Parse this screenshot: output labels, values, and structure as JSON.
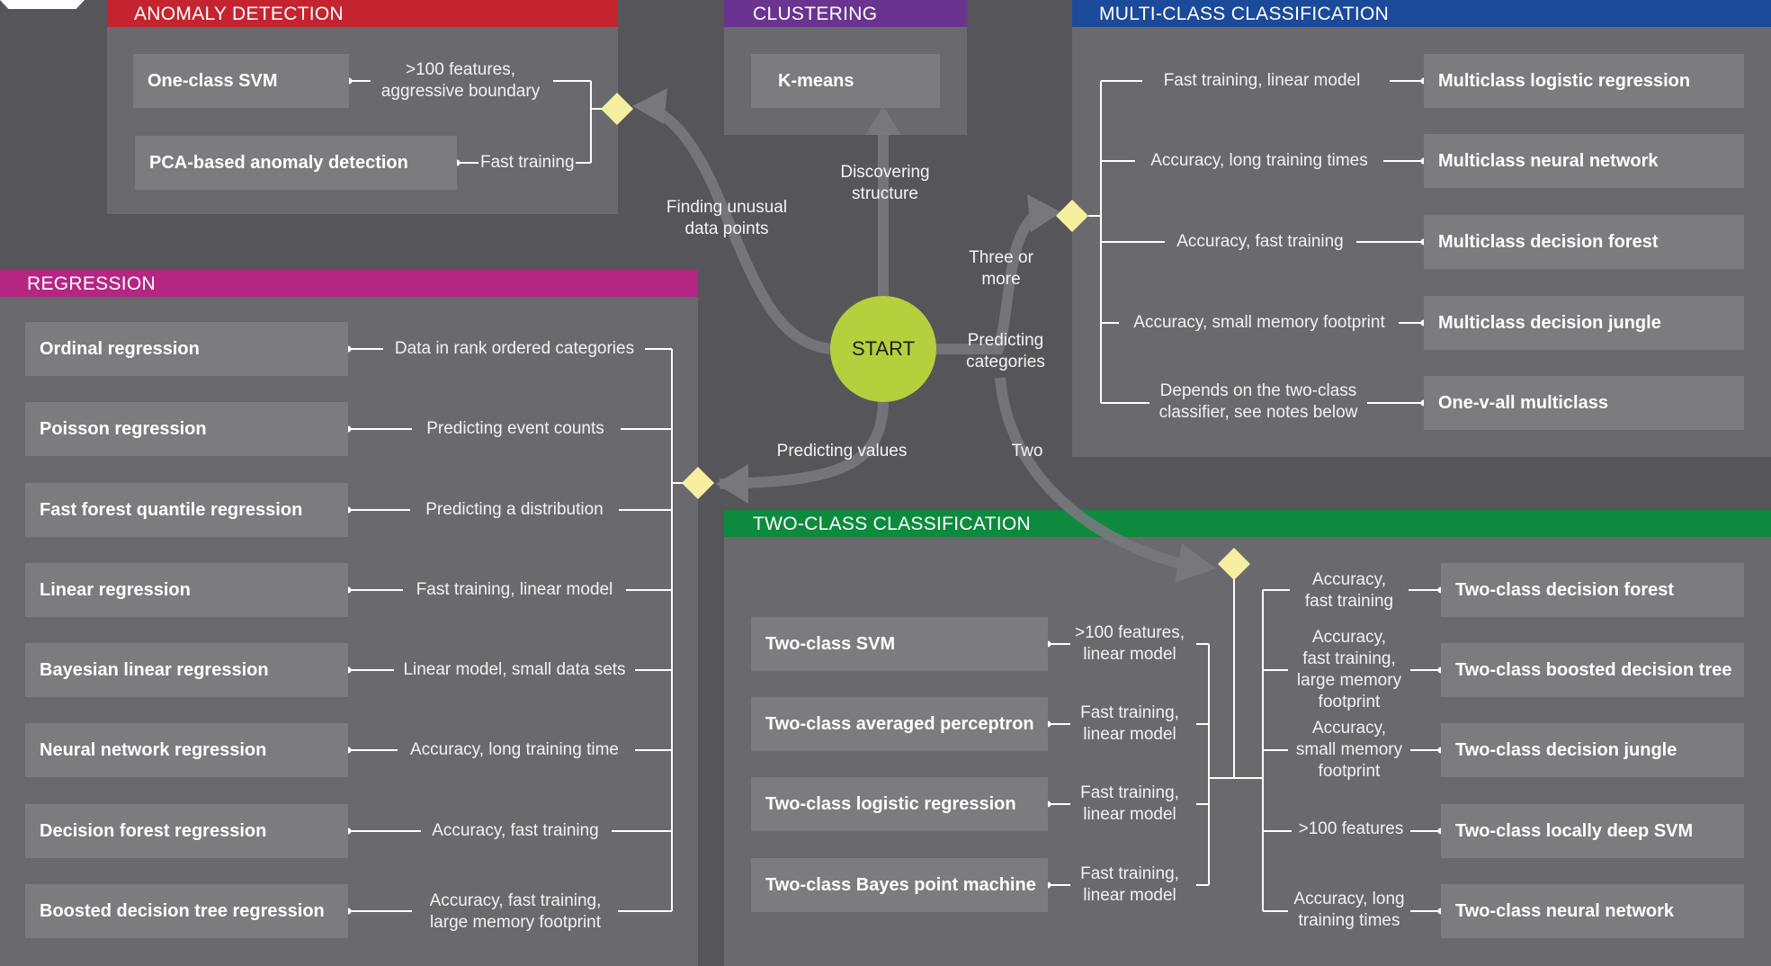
{
  "colors": {
    "background": "#56565a",
    "panel": "#6a6a6e",
    "box": "#7c7c80",
    "anomaly": "#c4242f",
    "clustering": "#6a3390",
    "multiclass": "#1b4a9a",
    "regression": "#b52683",
    "twoclass": "#0e8a3e",
    "diamond": "#f6efa0",
    "start": "#b6cf3c"
  },
  "start": "START",
  "flow": {
    "finding_unusual": "Finding unusual\ndata points",
    "discovering": "Discovering\nstructure",
    "three_or_more": "Three or\nmore",
    "predicting_categories": "Predicting\ncategories",
    "predicting_values": "Predicting values",
    "two": "Two"
  },
  "anomaly": {
    "title": "ANOMALY DETECTION",
    "items": [
      {
        "algorithm": "One-class SVM",
        "criterion": ">100 features,\naggressive boundary"
      },
      {
        "algorithm": "PCA-based anomaly detection",
        "criterion": "Fast training"
      }
    ]
  },
  "clustering": {
    "title": "CLUSTERING",
    "items": [
      {
        "algorithm": "K-means"
      }
    ]
  },
  "multiclass": {
    "title": "MULTI-CLASS CLASSIFICATION",
    "items": [
      {
        "criterion": "Fast training, linear model",
        "algorithm": "Multiclass logistic regression"
      },
      {
        "criterion": "Accuracy, long training times",
        "algorithm": "Multiclass neural network"
      },
      {
        "criterion": "Accuracy, fast training",
        "algorithm": "Multiclass decision forest"
      },
      {
        "criterion": "Accuracy, small memory footprint",
        "algorithm": "Multiclass decision jungle"
      },
      {
        "criterion": "Depends on the two-class\nclassifier, see notes below",
        "algorithm": "One-v-all multiclass"
      }
    ]
  },
  "regression": {
    "title": "REGRESSION",
    "items": [
      {
        "algorithm": "Ordinal regression",
        "criterion": "Data in rank ordered categories"
      },
      {
        "algorithm": "Poisson regression",
        "criterion": "Predicting event counts"
      },
      {
        "algorithm": "Fast forest quantile regression",
        "criterion": "Predicting a distribution"
      },
      {
        "algorithm": "Linear regression",
        "criterion": "Fast training, linear model"
      },
      {
        "algorithm": "Bayesian linear regression",
        "criterion": "Linear model, small data sets"
      },
      {
        "algorithm": "Neural network regression",
        "criterion": "Accuracy, long training time"
      },
      {
        "algorithm": "Decision forest regression",
        "criterion": "Accuracy, fast training"
      },
      {
        "algorithm": "Boosted decision tree regression",
        "criterion": "Accuracy, fast training,\nlarge memory footprint"
      }
    ]
  },
  "twoclass": {
    "title": "TWO-CLASS CLASSIFICATION",
    "left_items": [
      {
        "algorithm": "Two-class SVM",
        "criterion": ">100 features,\nlinear model"
      },
      {
        "algorithm": "Two-class averaged perceptron",
        "criterion": "Fast training,\nlinear model"
      },
      {
        "algorithm": "Two-class logistic regression",
        "criterion": "Fast training,\nlinear model"
      },
      {
        "algorithm": "Two-class Bayes point machine",
        "criterion": "Fast training,\nlinear model"
      }
    ],
    "right_items": [
      {
        "criterion": "Accuracy,\nfast training",
        "algorithm": "Two-class decision forest"
      },
      {
        "criterion": "Accuracy,\nfast training,\nlarge memory\nfootprint",
        "algorithm": "Two-class boosted decision tree"
      },
      {
        "criterion": "Accuracy,\nsmall memory\nfootprint",
        "algorithm": "Two-class decision jungle"
      },
      {
        "criterion": ">100 features",
        "algorithm": "Two-class locally deep SVM"
      },
      {
        "criterion": "Accuracy, long\ntraining times",
        "algorithm": "Two-class neural network"
      }
    ]
  }
}
